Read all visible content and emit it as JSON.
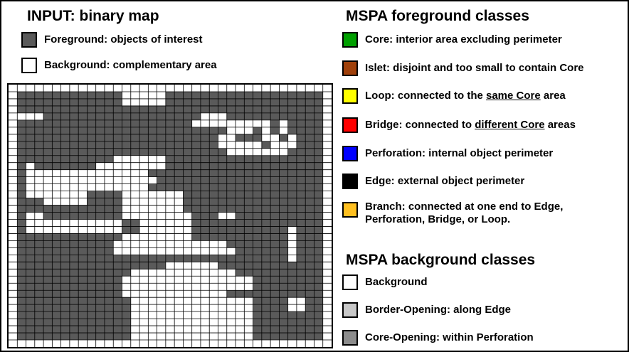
{
  "input_title": "INPUT: binary map",
  "input_legend": [
    {
      "label": "Foreground: objects of interest",
      "color": "#5a5a5a"
    },
    {
      "label": "Background: complementary area",
      "color": "#ffffff"
    }
  ],
  "fg_title": "MSPA foreground classes",
  "fg_classes": [
    {
      "label": "Core: interior area excluding perimeter",
      "color": "#00a000"
    },
    {
      "label_a": "Islet: disjoint and too small to contain Core",
      "color": "#a0400a"
    },
    {
      "label_a": "Loop: connected to the ",
      "label_u": "same Core",
      "label_b": " area",
      "color": "#ffff00"
    },
    {
      "label_a": "Bridge: connected to ",
      "label_u": "different Core",
      "label_b": " areas",
      "color": "#ff0000"
    },
    {
      "label": "Perforation: internal object perimeter",
      "color": "#0000ff"
    },
    {
      "label": "Edge: external object perimeter",
      "color": "#000000"
    },
    {
      "label_1": "Branch: connected at one end to Edge,",
      "label_2": "Perforation, Bridge, or Loop.",
      "color": "#ffc020"
    }
  ],
  "bg_title": "MSPA background classes",
  "bg_classes": [
    {
      "label": "Background",
      "color": "#ffffff"
    },
    {
      "label": "Border-Opening: along Edge",
      "color": "#c8c8c8"
    },
    {
      "label": "Core-Opening: within Perforation",
      "color": "#8c8c8c"
    }
  ],
  "map": {
    "fg_color": "#5a5a5a",
    "bg_color": "#ffffff",
    "grid_color": "#000000",
    "rows": [
      "0000000000000000000000000000000000000",
      "0111111111111000001111111111111111110",
      "0111111111111000001111111111111111110",
      "0111111111111111111111111111111111110",
      "0000111111111111111111000111111111110",
      "0111111111111111111110000000001011110",
      "0111111111111111111111111000101011110",
      "0111111111111111111111110011100101110",
      "0111111111111111111111110000010001110",
      "0111111111111111111111111000000011110",
      "0111111111110000001111111111111111110",
      "0101111111000000001111111111111111110",
      "0100000000000000111111111111111111110",
      "0100000000000000011111111111111111110",
      "0100000000000000111111111111111111110",
      "0100000001111000000011111111111111110",
      "0111000001111000000011111111111111110",
      "0111111111111000000011111111111111110",
      "0100111111111000000001110011111111110",
      "0100000000000110000001111111111111110",
      "0100000000000110000001111111111101110",
      "0111111111111000000001111111111101110",
      "0111111111110000000000000111111101110",
      "0111111111110000000000000011111101110",
      "0111111111111111111111111111111101110",
      "0111111111111111110000001111111111110",
      "0111111111111100000000000011111111110",
      "0111111111111000000000000000111111110",
      "0111111111111000000000000000111111110",
      "0111111111111000000000000111111111110",
      "0111111111111100000000000000111100110",
      "0111111111111100000000000000111100110",
      "0111111111111100000000000000111111110",
      "0111111111111100000000000000111111110",
      "0111111111111100000000000000111111110",
      "0111111111111100000000000000111111110",
      "0000000000000000000000000000000000000"
    ]
  }
}
